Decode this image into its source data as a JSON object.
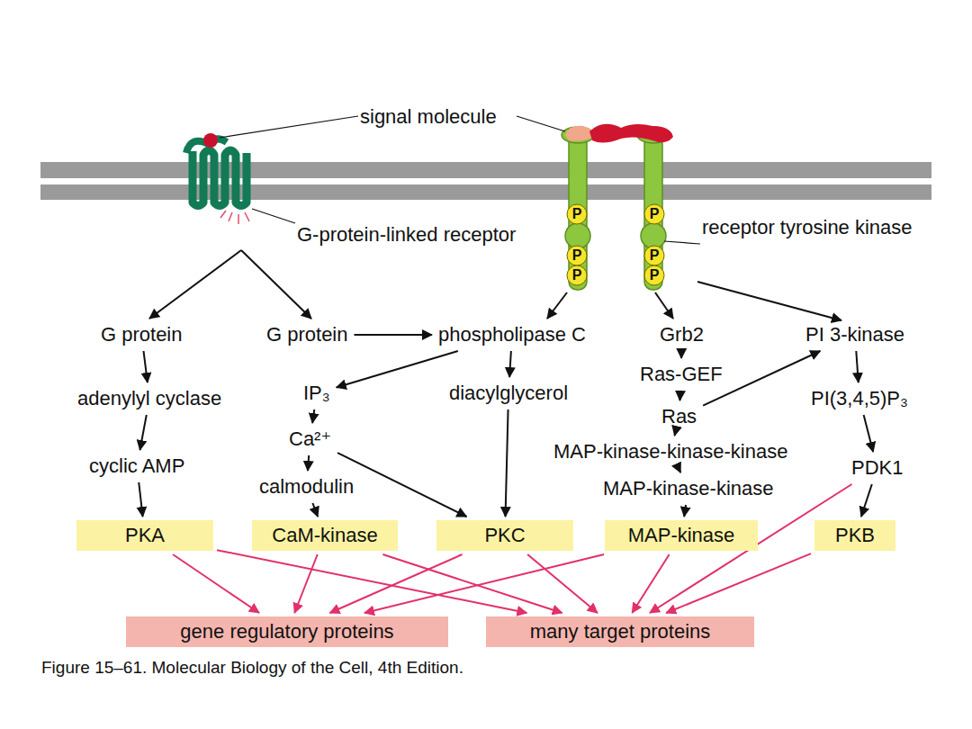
{
  "diagram": {
    "caption": "Figure 15–61. Molecular Biology of the Cell, 4th Edition.",
    "nodes": [
      {
        "text": [
          "G protein"
        ]
      },
      {
        "text": [
          "G protein"
        ]
      },
      {
        "text": [
          "phospholipase C"
        ]
      },
      {
        "text": [
          "Grb2"
        ]
      },
      {
        "text": [
          "PI 3-kinase"
        ]
      },
      {
        "text": [
          "adenylyl cyclase"
        ]
      },
      {
        "text": [
          "IP₃"
        ]
      },
      {
        "text": [
          "diacylglycerol"
        ]
      },
      {
        "text": [
          "Ras-GEF"
        ]
      },
      {
        "text": [
          "PI(3,4,5)P₃"
        ]
      },
      {
        "text": [
          "Ca²⁺"
        ]
      },
      {
        "text": [
          "Ras"
        ]
      },
      {
        "text": [
          "cyclic AMP"
        ]
      },
      {
        "text": [
          "MAP-kinase-kinase-kinase"
        ]
      },
      {
        "text": [
          "PDK1"
        ]
      },
      {
        "text": [
          "calmodulin"
        ]
      },
      {
        "text": [
          "MAP-kinase-kinase"
        ]
      },
      {
        "text": [
          "PKA"
        ]
      },
      {
        "text": [
          "CaM-kinase"
        ]
      },
      {
        "text": [
          "PKC"
        ]
      },
      {
        "text": [
          "MAP-kinase"
        ]
      },
      {
        "text": [
          "PKB"
        ]
      },
      {
        "text": [
          "gene regulatory proteins"
        ]
      },
      {
        "text": [
          "many target proteins"
        ]
      }
    ],
    "edges": [
      {
        "from": 0,
        "to": 5,
        "arrow": "to"
      },
      {
        "from": 5,
        "to": 12,
        "arrow": "to"
      },
      {
        "from": 12,
        "to": 17,
        "arrow": "to"
      },
      {
        "from": 1,
        "to": 2,
        "arrow": "to"
      },
      {
        "from": 2,
        "to": 6,
        "arrow": "to"
      },
      {
        "from": 2,
        "to": 7,
        "arrow": "to"
      },
      {
        "from": 6,
        "to": 10,
        "arrow": "to"
      },
      {
        "from": 10,
        "to": 15,
        "arrow": "to"
      },
      {
        "from": 15,
        "to": 18,
        "arrow": "to"
      },
      {
        "from": 10,
        "to": 19,
        "arrow": "to"
      },
      {
        "from": 7,
        "to": 19,
        "arrow": "to"
      },
      {
        "from": 3,
        "to": 8,
        "arrow": "to"
      },
      {
        "from": 8,
        "to": 11,
        "arrow": "to"
      },
      {
        "from": 11,
        "to": 4,
        "arrow": "to"
      },
      {
        "from": 11,
        "to": 13,
        "arrow": "to"
      },
      {
        "from": 13,
        "to": 16,
        "arrow": "to"
      },
      {
        "from": 16,
        "to": 20,
        "arrow": "to"
      },
      {
        "from": 4,
        "to": 9,
        "arrow": "to"
      },
      {
        "from": 9,
        "to": 14,
        "arrow": "to"
      },
      {
        "from": 14,
        "to": 21,
        "arrow": "to"
      },
      {
        "from": 14,
        "to": 23,
        "arrow": "to"
      },
      {
        "from": 17,
        "to": 22,
        "arrow": "to"
      },
      {
        "from": 17,
        "to": 23,
        "arrow": "to"
      },
      {
        "from": 18,
        "to": 22,
        "arrow": "to"
      },
      {
        "from": 18,
        "to": 23,
        "arrow": "to"
      },
      {
        "from": 19,
        "to": 22,
        "arrow": "to"
      },
      {
        "from": 19,
        "to": 23,
        "arrow": "to"
      },
      {
        "from": 20,
        "to": 22,
        "arrow": "to"
      },
      {
        "from": 20,
        "to": 23,
        "arrow": "to"
      },
      {
        "from": 21,
        "to": 23,
        "arrow": "to"
      }
    ],
    "labels": [
      "signal molecule",
      "G-protein-linked receptor",
      "receptor tyrosine kinase",
      "P",
      "P",
      "P",
      "P",
      "P",
      "P"
    ]
  }
}
